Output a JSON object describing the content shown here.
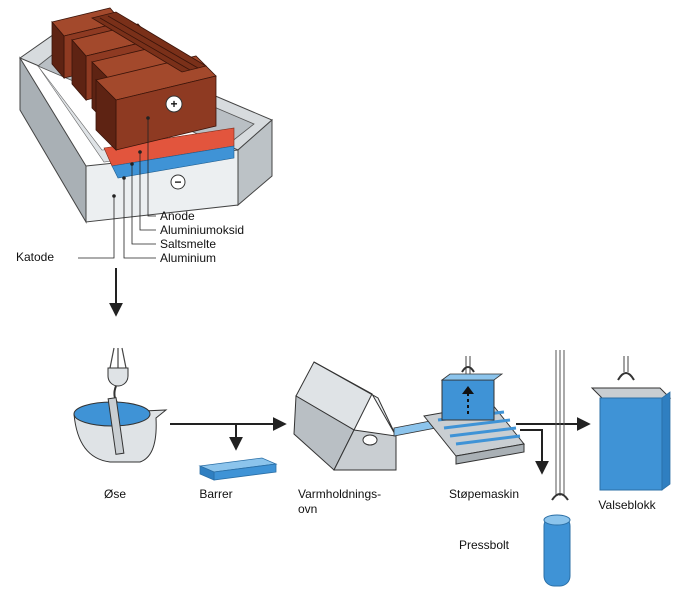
{
  "electrolysis": {
    "anode_sign": "+",
    "cathode_sign": "−",
    "legend": {
      "anode": "Anode",
      "aluminiumoksid": "Aluminiumoksid",
      "saltsmelte": "Saltsmelte",
      "aluminium": "Aluminium",
      "katode": "Katode"
    }
  },
  "process": {
    "ose": "Øse",
    "barrer": "Barrer",
    "ovn_line1": "Varmholdnings-",
    "ovn_line2": "ovn",
    "stopemaskin": "Støpemaskin",
    "pressbolt": "Pressbolt",
    "valseblokk": "Valseblokk"
  },
  "colors": {
    "anode_brown": "#8e3a22",
    "anode_dark": "#5e2313",
    "electrolyte_red": "#e2553d",
    "metal_blue": "#3f93d6",
    "light_blue": "#8cc4ec",
    "cell_gray": "#c9ced2",
    "line": "#222222"
  }
}
